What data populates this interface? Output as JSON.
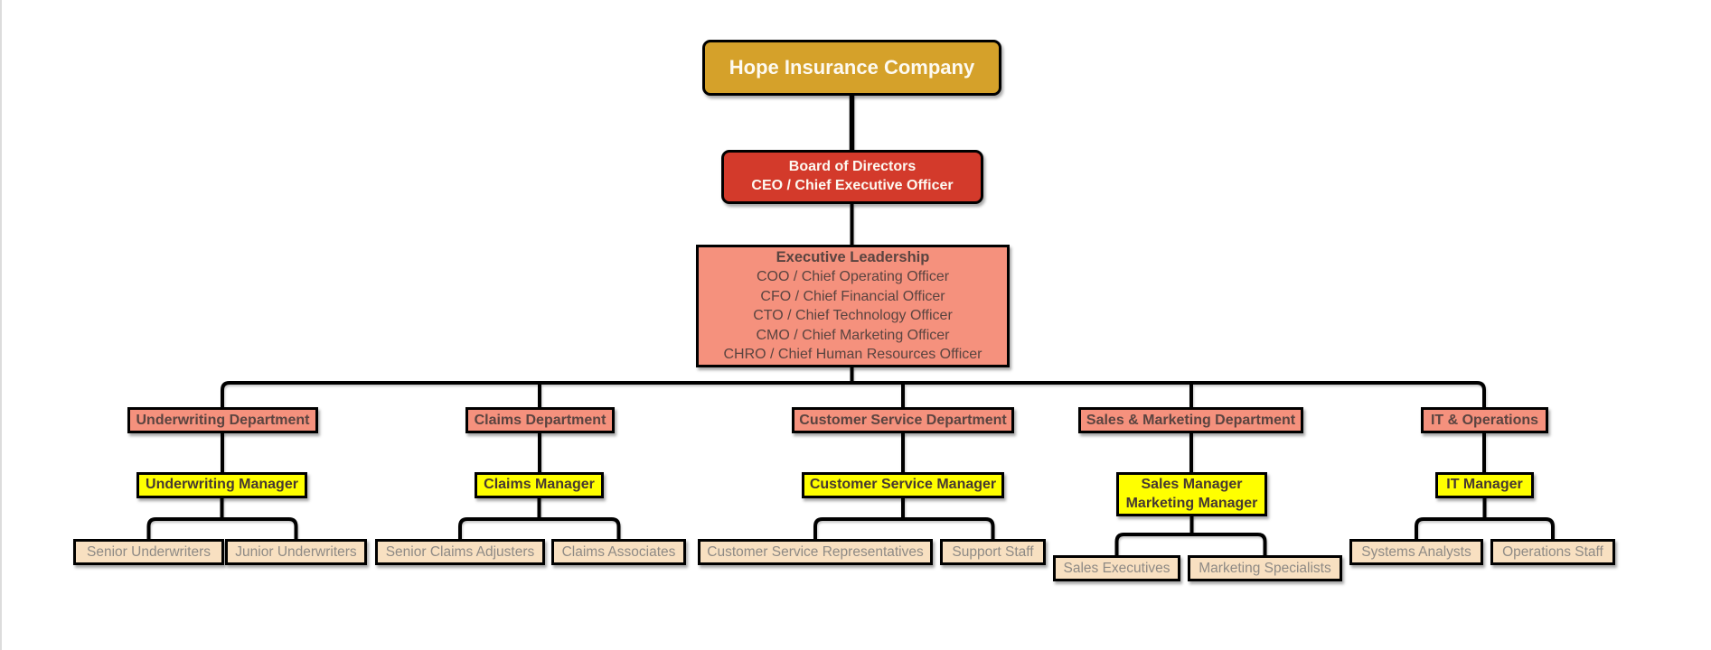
{
  "company": {
    "name": "Hope Insurance Company"
  },
  "board": {
    "line1": "Board of Directors",
    "line2": "CEO / Chief Executive Officer"
  },
  "executive": {
    "title": "Executive Leadership",
    "members": [
      "COO / Chief Operating Officer",
      "CFO / Chief Financial Officer",
      "CTO / Chief Technology Officer",
      "CMO / Chief Marketing Officer",
      "CHRO / Chief Human Resources Officer"
    ]
  },
  "branches": [
    {
      "department": "Underwriting Department",
      "managers": [
        "Underwriting Manager"
      ],
      "teams": [
        "Senior Underwriters",
        "Junior Underwriters"
      ]
    },
    {
      "department": "Claims Department",
      "managers": [
        "Claims Manager"
      ],
      "teams": [
        "Senior Claims Adjusters",
        "Claims Associates"
      ]
    },
    {
      "department": "Customer Service Department",
      "managers": [
        "Customer Service Manager"
      ],
      "teams": [
        "Customer Service Representatives",
        "Support Staff"
      ]
    },
    {
      "department": "Sales & Marketing Department",
      "managers": [
        "Sales Manager",
        "Marketing Manager"
      ],
      "teams": [
        "Sales Executives",
        "Marketing Specialists"
      ]
    },
    {
      "department": "IT & Operations",
      "managers": [
        "IT Manager"
      ],
      "teams": [
        "Systems Analysts",
        "Operations Staff"
      ]
    }
  ],
  "colors": {
    "company_box": "#D5A12A",
    "board_box": "#D33A2B",
    "leadership_box": "#F5917D",
    "department_box": "#F5917D",
    "manager_box": "#FFFF00",
    "team_box": "#F8E0C1",
    "connector": "#000000",
    "dark_text": "#5A4440",
    "team_text": "#8E8A85",
    "light_text": "#FDFAF2"
  }
}
